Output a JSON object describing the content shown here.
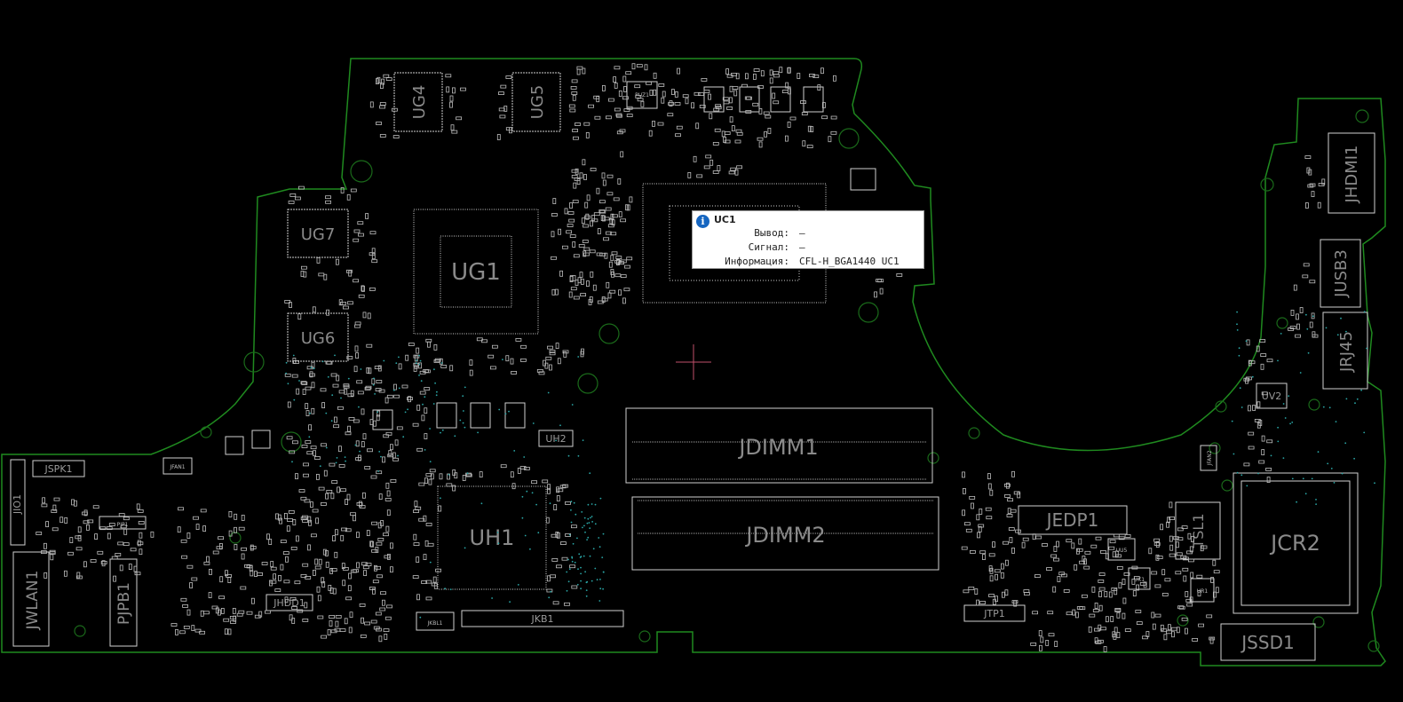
{
  "tooltip": {
    "ref": "UC1",
    "rows": [
      {
        "key": "Вывод:",
        "value": "—"
      },
      {
        "key": "Сигнал:",
        "value": "—"
      },
      {
        "key": "Информация:",
        "value": "CFL-H_BGA1440 UC1"
      }
    ]
  },
  "components": {
    "ug4": "UG4",
    "ug5": "UG5",
    "ug7": "UG7",
    "ug6": "UG6",
    "ug1": "UG1",
    "uh1": "UH1",
    "uh2": "UH2",
    "jdimm1": "JDIMM1",
    "jdimm2": "JDIMM2",
    "jedp1": "JEDP1",
    "tsl1": "TSL1",
    "jcr2": "JCR2",
    "jssd1": "JSSD1",
    "jhdmi1": "JHDMI1",
    "jusb3": "JUSB3",
    "jrj45": "JRJ45",
    "uv2": "UV2",
    "jspk1": "JSPK1",
    "jio1": "JIO1",
    "jwlan1": "JWLAN1",
    "pjpb1": "PJPB1",
    "pjp1": "PJP1",
    "jfan1": "JFAN1",
    "jfan2": "JFAN2",
    "jhdd1": "JHDD1",
    "jkbl1": "JKBL1",
    "jkb1": "JKB1",
    "jtp1": "JTP1",
    "uu5": "UU5",
    "uk1": "UK1",
    "ur1": "UR1",
    "puz1": "PUZ1"
  },
  "colors": {
    "background": "#000000",
    "outline": "#1f8a1f",
    "pads": "#cfcfcf",
    "label": "#8a8a8a",
    "cursor": "#c0506a",
    "info_icon": "#1565c0"
  }
}
